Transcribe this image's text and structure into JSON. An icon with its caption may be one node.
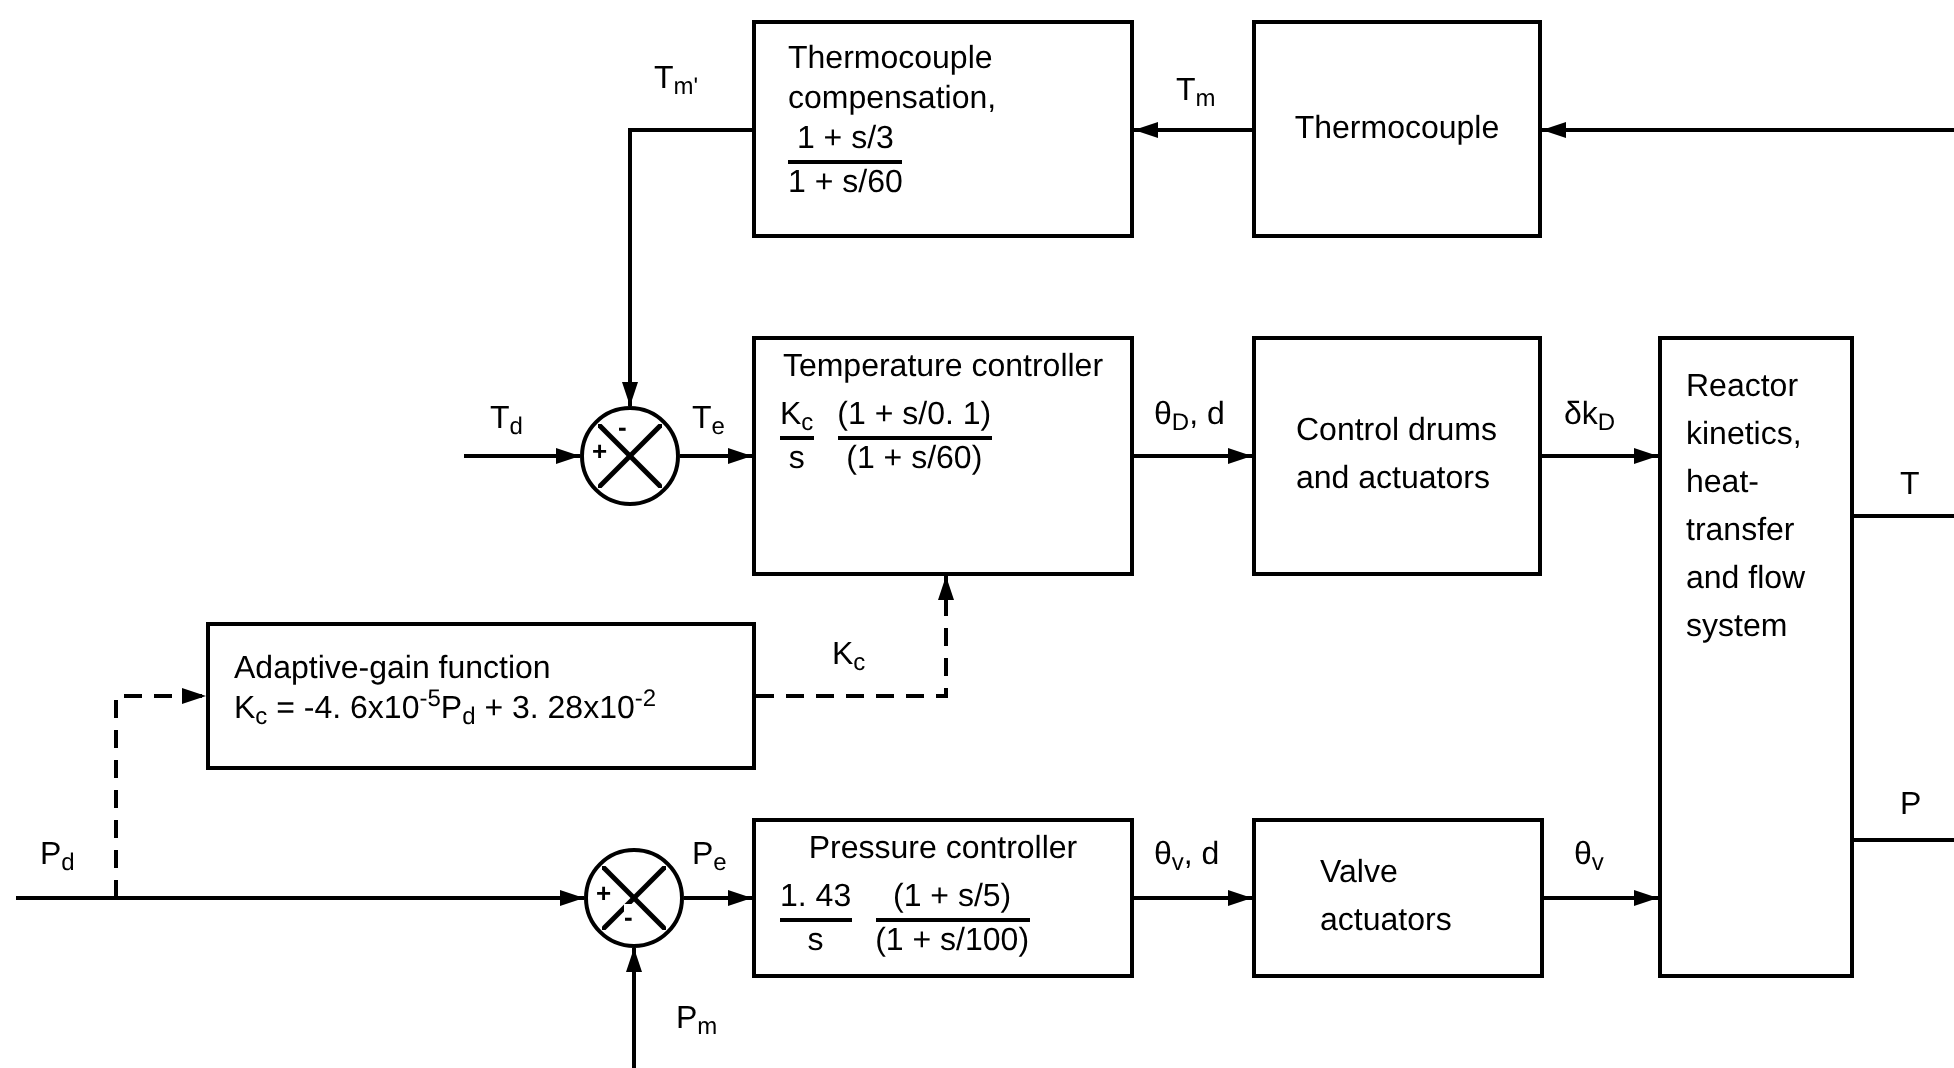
{
  "diagram": {
    "nodes": [
      {
        "text": [
          "Thermocouple compensation,",
          "1 + s/3",
          "1 + s/60"
        ]
      },
      {
        "text": [
          "Thermocouple"
        ]
      },
      {
        "text": [
          "-",
          "+"
        ]
      },
      {
        "text": [
          "Temperature controller",
          "K$_{c}$",
          "s",
          "(1 + s/0. 1)",
          "(1 + s/60)"
        ]
      },
      {
        "text": [
          "Control drums and actuators"
        ]
      },
      {
        "text": [
          "Reactor kinetics, heat- transfer and flow system"
        ]
      },
      {
        "text": [
          "Adaptive-gain function",
          "K$_{c}$ = -4. 6x10$^{-5}$P$_{d}$ + 3. 28x10$^{-2}$"
        ]
      },
      {
        "text": [
          "+",
          "-"
        ]
      },
      {
        "text": [
          "Pressure controller",
          "1. 43",
          "s",
          "(1 + s/5)",
          "(1 + s/100)"
        ]
      },
      {
        "text": [
          "Valve actuators"
        ]
      }
    ],
    "edges": [
      {
        "from": null,
        "to": 1,
        "arrow": "to"
      },
      {
        "from": 1,
        "to": 0,
        "arrow": "to",
        "label": "T$_{m}$"
      },
      {
        "from": 0,
        "to": 2,
        "arrow": "to",
        "label": "T$_{m'}$"
      },
      {
        "from": null,
        "to": 2,
        "arrow": "to",
        "label": "T$_{d}$"
      },
      {
        "from": 2,
        "to": 3,
        "arrow": "to",
        "label": "T$_{e}$"
      },
      {
        "from": 3,
        "to": 4,
        "arrow": "to",
        "label": "θ$_{D}$, d"
      },
      {
        "from": 4,
        "to": 5,
        "arrow": "to",
        "label": "δk$_{D}$"
      },
      {
        "from": 5,
        "to": null,
        "arrow": "none",
        "label": "T"
      },
      {
        "from": 5,
        "to": null,
        "arrow": "none",
        "label": "P"
      },
      {
        "from": 6,
        "to": 3,
        "arrow": "to",
        "label": "K$_{c}$",
        "style": "dashed"
      },
      {
        "from": null,
        "to": 6,
        "arrow": "to",
        "style": "dashed"
      },
      {
        "from": null,
        "to": 7,
        "arrow": "to",
        "label": "P$_{d}$"
      },
      {
        "from": 7,
        "to": 8,
        "arrow": "to",
        "label": "P$_{e}$"
      },
      {
        "from": null,
        "to": 7,
        "arrow": "to",
        "label": "P$_{m}$"
      },
      {
        "from": 8,
        "to": 9,
        "arrow": "to",
        "label": "θ$_{v}$, d"
      },
      {
        "from": 9,
        "to": 5,
        "arrow": "to",
        "label": "θ$_{v}$"
      }
    ]
  }
}
